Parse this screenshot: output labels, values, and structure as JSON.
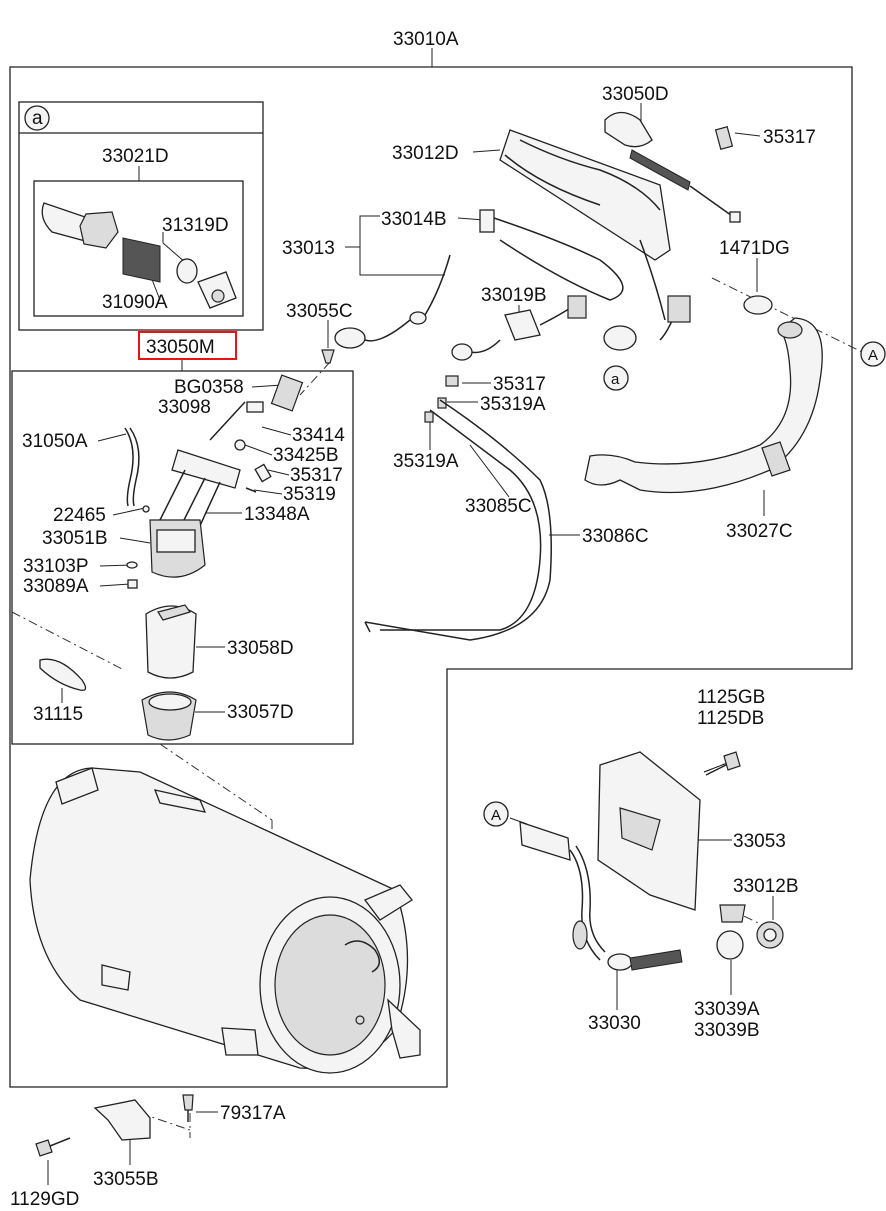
{
  "labels": {
    "l33010A": "33010A",
    "la_circle": "a",
    "l33021D": "33021D",
    "l31319D": "31319D",
    "l31090A": "31090A",
    "l33050M": "33050M",
    "l33055C": "33055C",
    "lBG0358": "BG0358",
    "l33098": "33098",
    "l31050A": "31050A",
    "l33414": "33414",
    "l33425B": "33425B",
    "l35317_pump": "35317",
    "l35319_pump": "35319",
    "l22465": "22465",
    "l13348A": "13348A",
    "l33051B": "33051B",
    "l33103P": "33103P",
    "l33089A": "33089A",
    "l33058D": "33058D",
    "l31115": "31115",
    "l33057D": "33057D",
    "l33050D": "33050D",
    "l35317_top": "35317",
    "l33012D": "33012D",
    "l33014B": "33014B",
    "l33013": "33013",
    "l1471DG": "1471DG",
    "l33019B": "33019B",
    "l35317_mid": "35317",
    "l35319A": "35319A",
    "l35319A_2": "35319A",
    "l33085C": "33085C",
    "l33086C": "33086C",
    "l33027C": "33027C",
    "lA_right": "A",
    "la_mid": "a",
    "l1125GB": "1125GB",
    "l1125DB": "1125DB",
    "l33053": "33053",
    "l33012B": "33012B",
    "lA_left": "A",
    "l33030": "33030",
    "l33039A": "33039A",
    "l33039B": "33039B",
    "l79317A": "79317A",
    "l33055B": "33055B",
    "l1129GD": "1129GD"
  },
  "highlight_color": "#e11111"
}
